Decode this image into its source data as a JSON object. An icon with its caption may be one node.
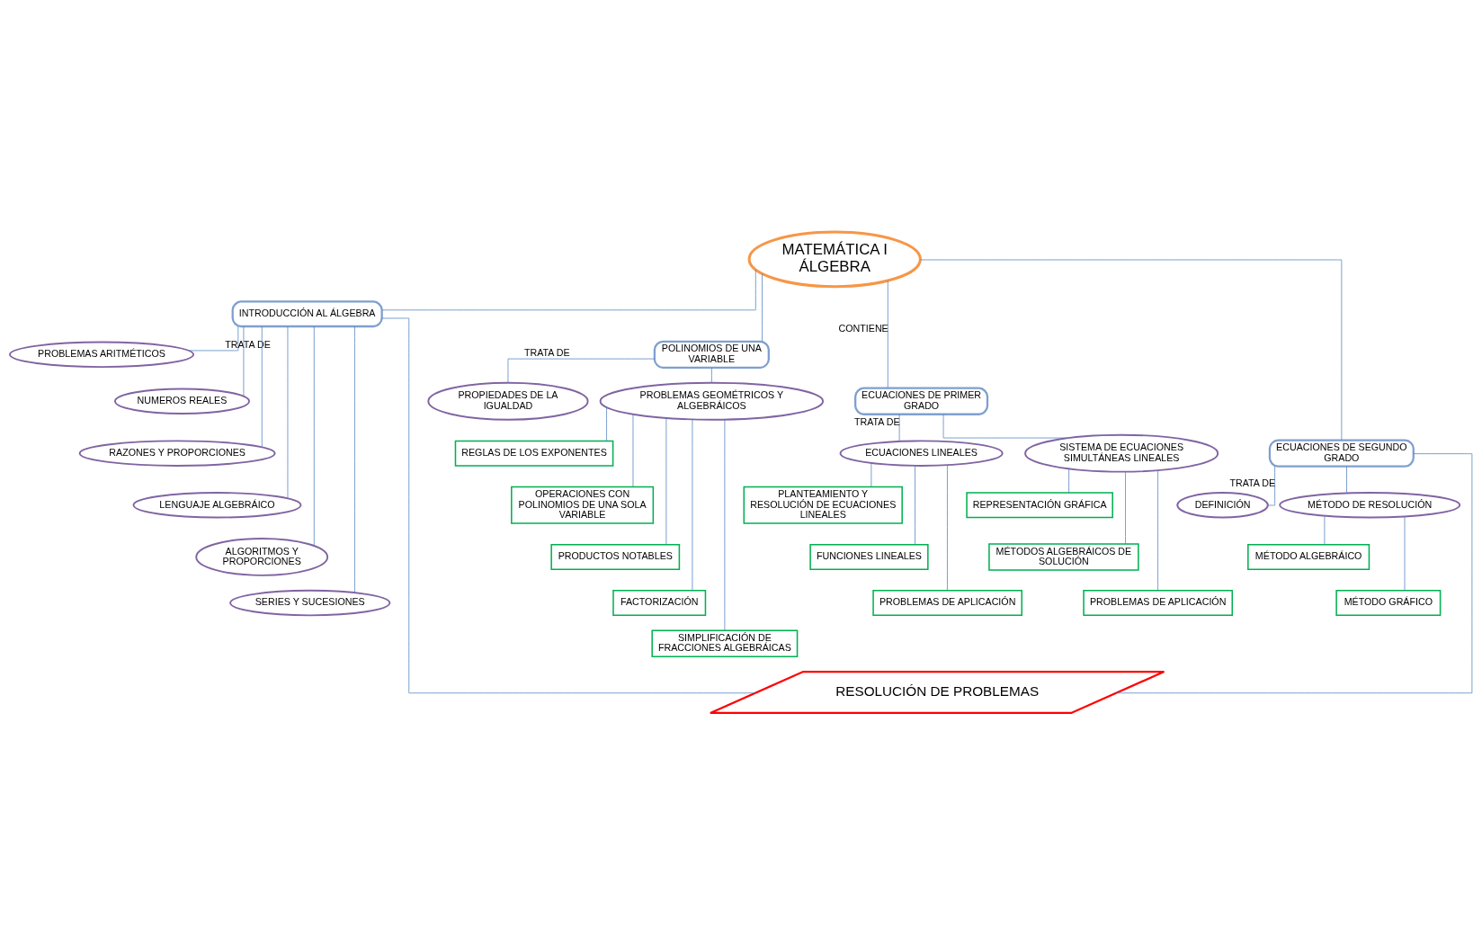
{
  "diagram": {
    "nodes": [
      {
        "text": [
          "MATEMÁTICA I ÁLGEBRA"
        ]
      },
      {
        "text": [
          "INTRODUCCIÓN AL ÁLGEBRA"
        ]
      },
      {
        "text": [
          "POLINOMIOS DE UNA VARIABLE"
        ]
      },
      {
        "text": [
          "ECUACIONES DE PRIMER GRADO"
        ]
      },
      {
        "text": [
          "ECUACIONES DE SEGUNDO GRADO"
        ]
      },
      {
        "text": [
          "PROBLEMAS ARITMÉTICOS"
        ]
      },
      {
        "text": [
          "NUMEROS REALES"
        ]
      },
      {
        "text": [
          "RAZONES Y PROPORCIONES"
        ]
      },
      {
        "text": [
          "LENGUAJE ALGEBRÁICO"
        ]
      },
      {
        "text": [
          "ALGORITMOS Y PROPORCIONES"
        ]
      },
      {
        "text": [
          "SERIES Y SUCESIONES"
        ]
      },
      {
        "text": [
          "PROPIEDADES DE LA IGUALDAD"
        ]
      },
      {
        "text": [
          "PROBLEMAS GEOMÉTRICOS Y ALGEBRÁICOS"
        ]
      },
      {
        "text": [
          "REGLAS DE LOS EXPONENTES"
        ]
      },
      {
        "text": [
          "OPERACIONES CON POLINOMIOS DE UNA SOLA VARIABLE"
        ]
      },
      {
        "text": [
          "PRODUCTOS NOTABLES"
        ]
      },
      {
        "text": [
          "FACTORIZACIÓN"
        ]
      },
      {
        "text": [
          "SIMPLIFICACIÓN DE FRACCIONES ALGEBRÁICAS"
        ]
      },
      {
        "text": [
          "ECUACIONES LINEALES"
        ]
      },
      {
        "text": [
          "SISTEMA DE ECUACIONES SIMULTÁNEAS LINEALES"
        ]
      },
      {
        "text": [
          "PLANTEAMIENTO Y RESOLUCIÓN DE ECUACIONES LINEALES"
        ]
      },
      {
        "text": [
          "FUNCIONES LINEALES"
        ]
      },
      {
        "text": [
          "PROBLEMAS DE APLICACIÓN"
        ]
      },
      {
        "text": [
          "REPRESENTACIÓN GRÁFICA"
        ]
      },
      {
        "text": [
          "MÉTODOS ALGEBRÁICOS DE SOLUCIÓN"
        ]
      },
      {
        "text": [
          "PROBLEMAS DE APLICACIÓN"
        ]
      },
      {
        "text": [
          "DEFINICIÓN"
        ]
      },
      {
        "text": [
          "MÉTODO DE RESOLUCIÓN"
        ]
      },
      {
        "text": [
          "MÉTODO ALGEBRÁICO"
        ]
      },
      {
        "text": [
          "MÉTODO GRÁFICO"
        ]
      },
      {
        "text": [
          "RESOLUCIÓN DE PROBLEMAS"
        ]
      }
    ],
    "edges": [
      {
        "from": 0,
        "to": 1,
        "arrow": "none"
      },
      {
        "from": 0,
        "to": 2,
        "arrow": "none"
      },
      {
        "from": 0,
        "to": 3,
        "label": "CONTIENE",
        "arrow": "none"
      },
      {
        "from": 0,
        "to": 4,
        "arrow": "none"
      },
      {
        "from": 1,
        "to": 5,
        "label": "TRATA DE",
        "arrow": "none"
      },
      {
        "from": 1,
        "to": 6,
        "arrow": "none"
      },
      {
        "from": 1,
        "to": 7,
        "arrow": "none"
      },
      {
        "from": 1,
        "to": 8,
        "arrow": "none"
      },
      {
        "from": 1,
        "to": 9,
        "arrow": "none"
      },
      {
        "from": 1,
        "to": 10,
        "arrow": "none"
      },
      {
        "from": 2,
        "to": 11,
        "label": "TRATA DE",
        "arrow": "none"
      },
      {
        "from": 2,
        "to": 12,
        "arrow": "none"
      },
      {
        "from": 12,
        "to": 13,
        "arrow": "none"
      },
      {
        "from": 12,
        "to": 14,
        "arrow": "none"
      },
      {
        "from": 12,
        "to": 15,
        "arrow": "none"
      },
      {
        "from": 12,
        "to": 16,
        "arrow": "none"
      },
      {
        "from": 12,
        "to": 17,
        "arrow": "none"
      },
      {
        "from": 3,
        "to": 18,
        "label": "TRATA DE",
        "arrow": "none"
      },
      {
        "from": 3,
        "to": 19,
        "arrow": "none"
      },
      {
        "from": 18,
        "to": 20,
        "arrow": "none"
      },
      {
        "from": 18,
        "to": 21,
        "arrow": "none"
      },
      {
        "from": 18,
        "to": 22,
        "arrow": "none"
      },
      {
        "from": 19,
        "to": 23,
        "arrow": "none"
      },
      {
        "from": 19,
        "to": 24,
        "arrow": "none"
      },
      {
        "from": 19,
        "to": 25,
        "arrow": "none"
      },
      {
        "from": 4,
        "to": 26,
        "label": "TRATA DE",
        "arrow": "none"
      },
      {
        "from": 4,
        "to": 27,
        "arrow": "none"
      },
      {
        "from": 27,
        "to": 28,
        "arrow": "none"
      },
      {
        "from": 27,
        "to": 29,
        "arrow": "none"
      },
      {
        "from": 1,
        "to": 30,
        "arrow": "none"
      },
      {
        "from": 4,
        "to": 30,
        "arrow": "none"
      }
    ]
  }
}
